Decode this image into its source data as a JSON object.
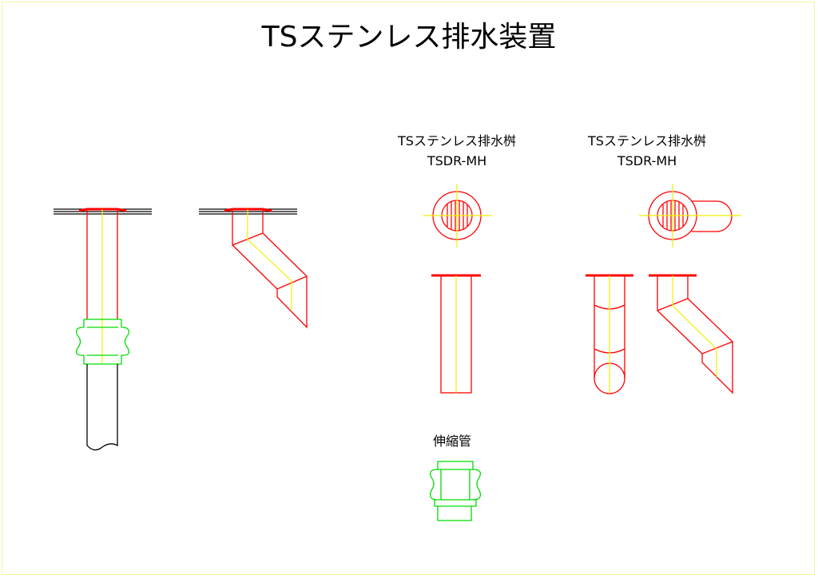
{
  "title": "TSステンレス排水装置",
  "labels": {
    "basin_1_name": "TSステンレス排水桝",
    "basin_1_model": "TSDR-MH",
    "basin_2_name": "TSステンレス排水桝",
    "basin_2_model": "TSDR-MH",
    "expansion_pipe": "伸縮管"
  },
  "colors": {
    "part": "#ff0000",
    "centerline": "#f0f000",
    "expansion": "#00dd00",
    "pipe": "#000000"
  }
}
